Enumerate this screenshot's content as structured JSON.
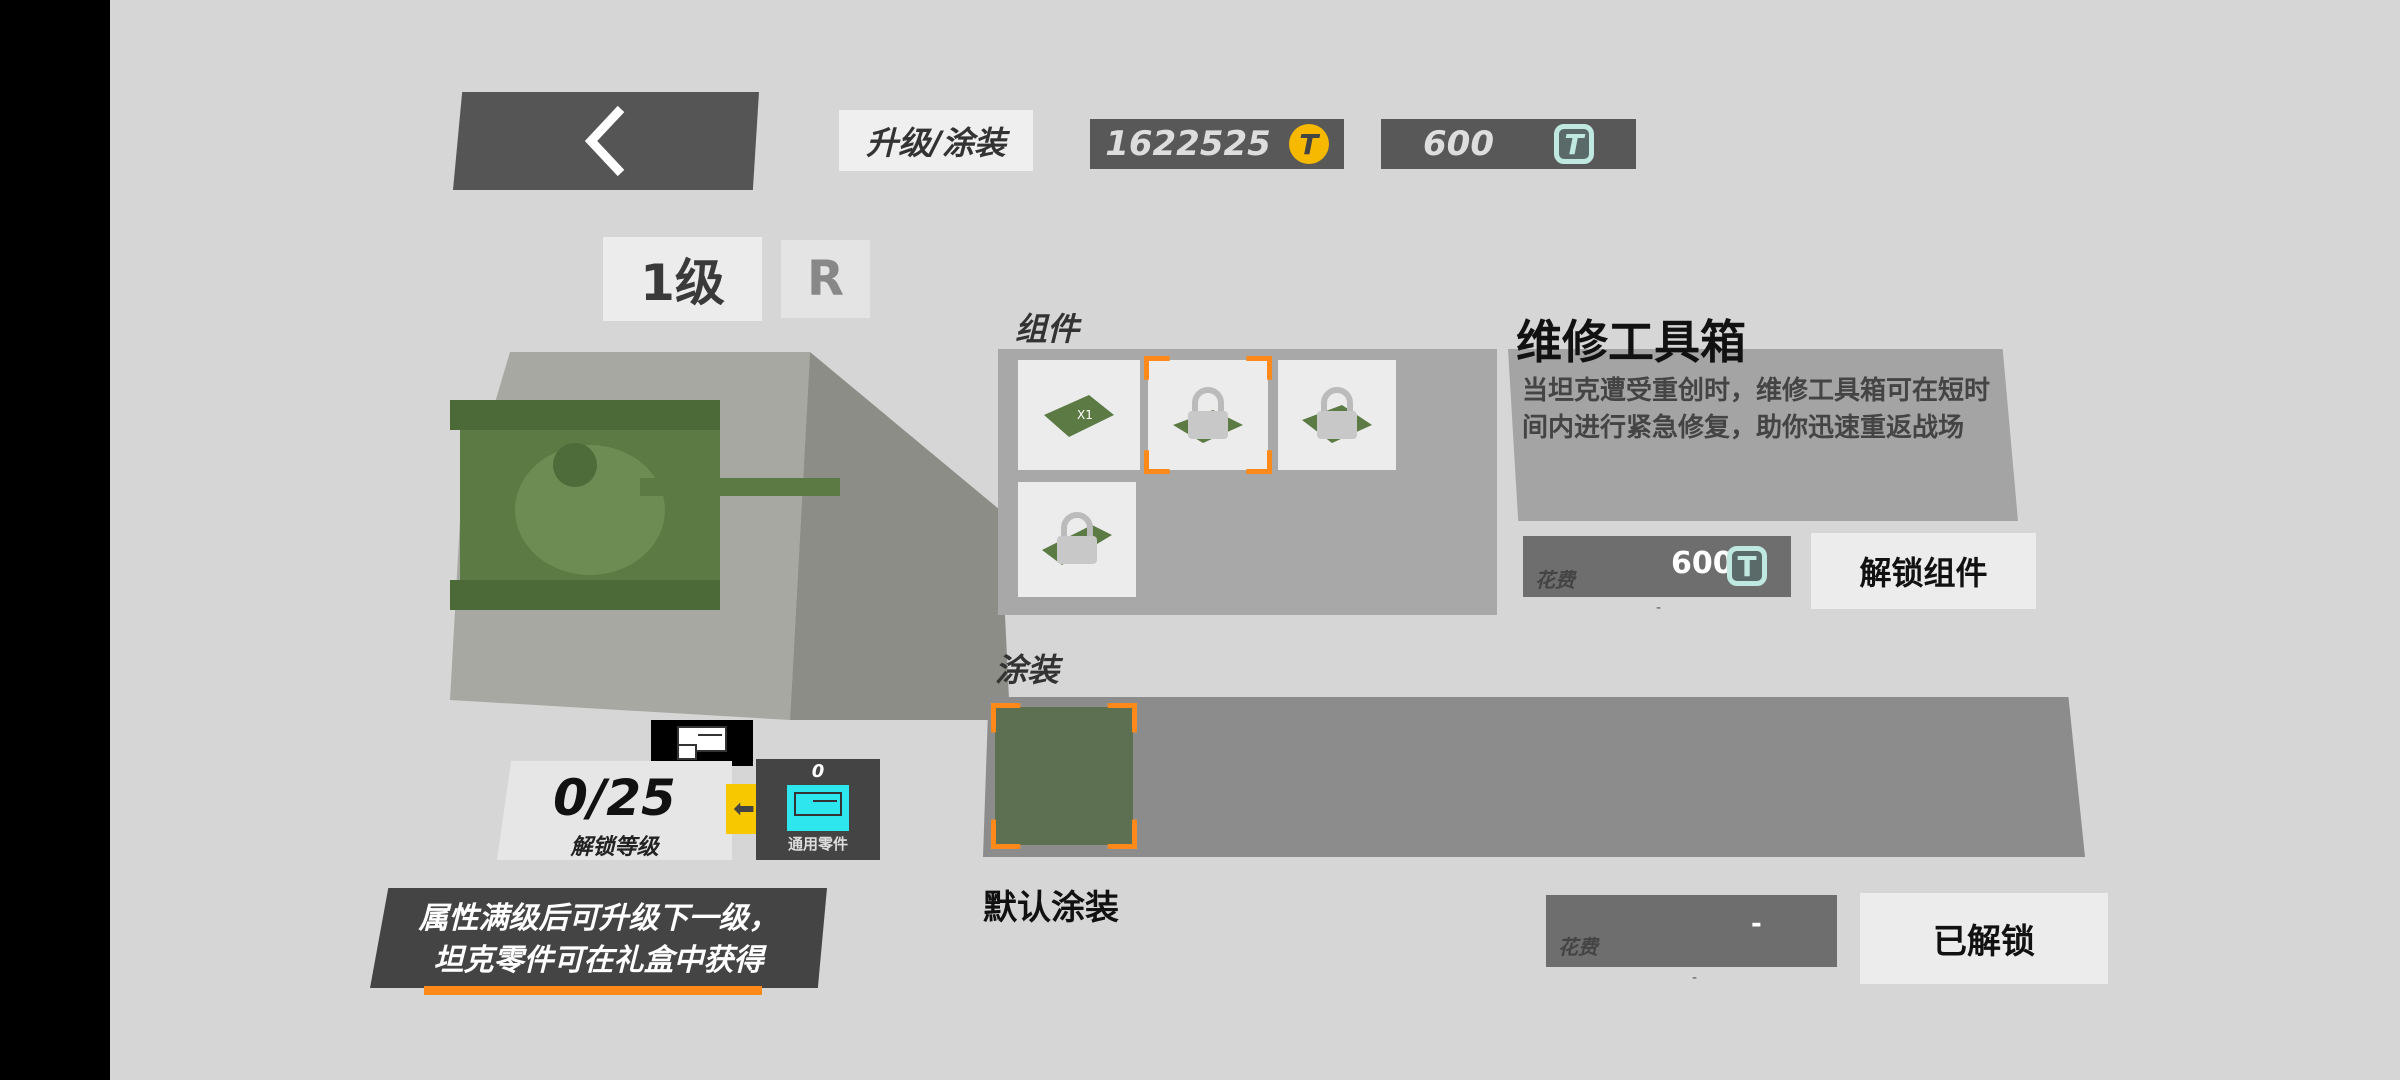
{
  "header": {
    "title": "升级/涂装",
    "coins": "1622525",
    "gems": "600",
    "coin_icon_letter": "T"
  },
  "tank": {
    "level": "1级",
    "rarity": "R"
  },
  "unlock": {
    "progress": "0/25",
    "progress_value": 0,
    "progress_max": 25,
    "label": "解锁等级",
    "parts_count": "0",
    "parts_label": "通用零件"
  },
  "tip": {
    "line1": "属性满级后可升级下一级，",
    "line2": "坦克零件可在礼盒中获得"
  },
  "components": {
    "label": "组件",
    "selected_index": 1,
    "items": [
      {
        "name": "repair-kit",
        "locked": false
      },
      {
        "name": "component-2",
        "locked": true
      },
      {
        "name": "component-3",
        "locked": true
      },
      {
        "name": "component-4",
        "locked": true
      }
    ]
  },
  "detail": {
    "title": "维修工具箱",
    "description": "当坦克遭受重创时，维修工具箱可在短时间内进行紧急修复，助你迅速重返战场",
    "cost_label": "花费",
    "cost": "600",
    "button": "解锁组件",
    "dash": "-"
  },
  "skins": {
    "label": "涂装",
    "selected_name": "默认涂装",
    "cost_label": "花费",
    "cost": "-",
    "button": "已解锁",
    "dash": "-",
    "swatch_color": "#5e7052"
  },
  "colors": {
    "accent": "#ff8a1a",
    "coin": "#f7b800",
    "gem": "#bfe8e0",
    "parts": "#2ee6ee",
    "arrow": "#f7c800"
  }
}
